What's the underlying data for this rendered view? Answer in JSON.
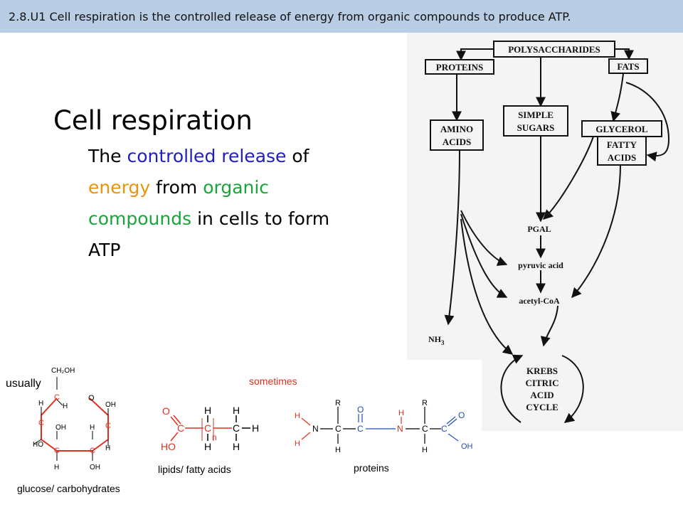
{
  "banner": {
    "text": "2.8.U1 Cell respiration is the controlled release of energy from organic compounds to produce ATP."
  },
  "title": "Cell respiration",
  "definition": {
    "p1": "The ",
    "k1": "controlled release",
    "p2": " of ",
    "k2": "energy",
    "p3": " from ",
    "k3": "organic compounds",
    "p4": " in cells to form ATP"
  },
  "colors": {
    "blue": "#1f1fbf",
    "orange": "#e8940c",
    "green": "#19a53b",
    "red": "#e03020",
    "banner": "#b9cde5"
  },
  "flowchart": {
    "polysaccharides": "POLYSACCHARIDES",
    "proteins": "PROTEINS",
    "fats": "FATS",
    "amino1": "AMINO",
    "amino2": "ACIDS",
    "simple1": "SIMPLE",
    "simple2": "SUGARS",
    "glycerol": "GLYCEROL",
    "fatty1": "FATTY",
    "fatty2": "ACIDS",
    "pgal": "PGAL",
    "pyruvic": "pyruvic acid",
    "acetyl": "acetyl-CoA",
    "nh3": "NH",
    "nh3_sub": "3",
    "krebs1": "KREBS",
    "krebs2": "CITRIC",
    "krebs3": "ACID",
    "krebs4": "CYCLE"
  },
  "molecules": {
    "usually": "usually",
    "sometimes": "sometimes",
    "glucose_label": "glucose/ carbohydrates",
    "lipid_label": "lipids/ fatty acids",
    "protein_label": "proteins",
    "glucose": {
      "ch2oh": "CH₂OH",
      "c": "C",
      "o": "O",
      "h": "H",
      "oh": "OH",
      "ho": "HO"
    },
    "lipid": {
      "o": "O",
      "c": "C",
      "ho": "HO",
      "h": "H",
      "n": "n"
    },
    "protein": {
      "h": "H",
      "n": "N",
      "c": "C",
      "r": "R",
      "o": "O",
      "oh": "OH"
    }
  }
}
